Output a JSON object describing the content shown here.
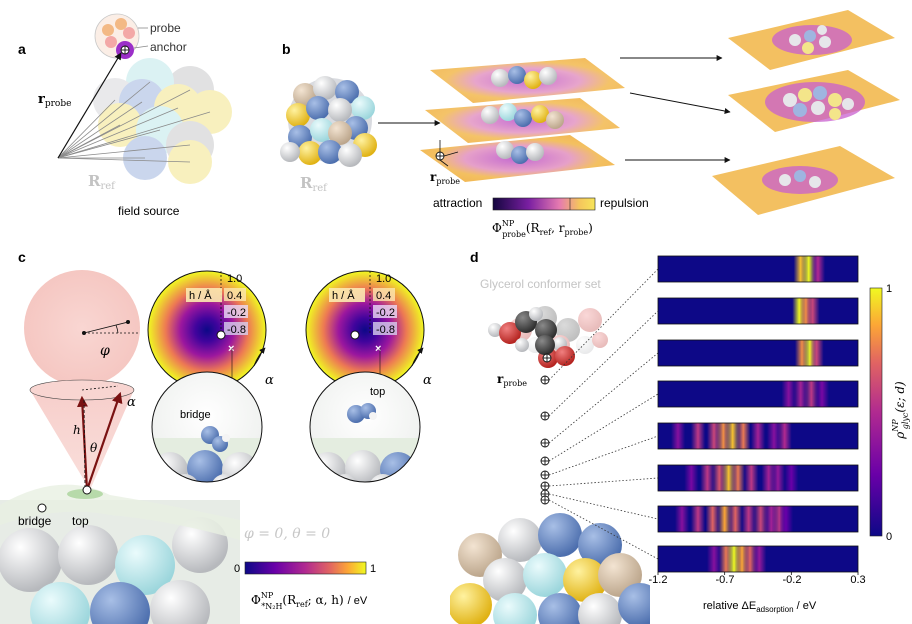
{
  "panels": {
    "a": {
      "label": "a",
      "probe": "probe",
      "anchor": "anchor",
      "r_probe": "r",
      "r_probe_sub": "probe",
      "R_ref": "R",
      "R_ref_sub": "ref",
      "caption": "field source"
    },
    "b": {
      "label": "b",
      "R_ref": "R",
      "R_ref_sub": "ref",
      "r_probe": "r",
      "r_probe_sub": "probe",
      "attraction": "attraction",
      "repulsion": "repulsion",
      "phi_label": "Φ",
      "phi_sup": "NP",
      "phi_sub": "probe",
      "phi_args": "(R",
      "phi_args_sub": "ref",
      "phi_args2": ", r",
      "phi_args2_sub": "probe",
      "phi_close": ")",
      "colors": {
        "low": "#1a0a6e",
        "mid": "#c03a8f",
        "high": "#f9e04a",
        "sheet": "#f3c061"
      }
    },
    "c": {
      "label": "c",
      "varphi": "φ",
      "h": "h",
      "theta": "θ",
      "alpha": "α",
      "bridge_left": "bridge",
      "top_left": "top",
      "polar_axis_label": "h / Å",
      "polar_ticks": [
        "1.0",
        "0.4",
        "-0.2",
        "-0.8"
      ],
      "inset_bridge": "bridge",
      "inset_top": "top",
      "angles_note": "φ = 0,  θ = 0",
      "cbar_min": "0",
      "cbar_max": "1",
      "cbar_label": "Φ",
      "cbar_sup": "NP",
      "cbar_sub": "*N₂H",
      "cbar_args": "(R",
      "cbar_args_sub": "ref",
      "cbar_args2": "; α, h)",
      "cbar_unit": "/ eV"
    },
    "d": {
      "label": "d",
      "conformer_set": "Glycerol conformer set",
      "r_probe": "r",
      "r_probe_sub": "probe",
      "cbar_max": "1",
      "cbar_min": "0",
      "cbar_label": "ρ",
      "cbar_sup": "NP",
      "cbar_sub": "glyc",
      "cbar_args": "(ε; d)",
      "xlabel": "relative ΔE",
      "xlabel_sub": "adsorption",
      "xlabel_unit": " / eV",
      "xticks": [
        "-1.2",
        "-0.7",
        "-0.2",
        "0.3"
      ]
    }
  },
  "chart_data": {
    "type": "heatmap",
    "x_range": [
      -1.2,
      0.3
    ],
    "xticks": [
      -1.2,
      -0.7,
      -0.2,
      0.3
    ],
    "rows": [
      {
        "peaks": [
          [
            -0.13,
            0.9
          ],
          [
            -0.07,
            1.0
          ],
          [
            0.0,
            0.5
          ]
        ]
      },
      {
        "peaks": [
          [
            -0.14,
            1.0
          ],
          [
            -0.09,
            0.8
          ],
          [
            -0.04,
            0.6
          ]
        ]
      },
      {
        "peaks": [
          [
            -0.12,
            0.8
          ],
          [
            -0.06,
            1.0
          ],
          [
            -0.01,
            0.6
          ]
        ]
      },
      {
        "peaks": [
          [
            -0.22,
            0.35
          ],
          [
            -0.13,
            0.45
          ],
          [
            -0.05,
            0.55
          ],
          [
            0.03,
            0.3
          ]
        ]
      },
      {
        "peaks": [
          [
            -1.05,
            0.35
          ],
          [
            -0.9,
            0.55
          ],
          [
            -0.78,
            0.6
          ],
          [
            -0.71,
            0.8
          ],
          [
            -0.64,
            0.9
          ],
          [
            -0.56,
            0.75
          ],
          [
            -0.45,
            0.45
          ],
          [
            -0.33,
            0.35
          ],
          [
            -0.25,
            0.5
          ]
        ]
      },
      {
        "peaks": [
          [
            -0.95,
            0.3
          ],
          [
            -0.83,
            0.55
          ],
          [
            -0.74,
            0.65
          ],
          [
            -0.67,
            0.9
          ],
          [
            -0.6,
            0.75
          ],
          [
            -0.5,
            0.55
          ],
          [
            -0.37,
            0.45
          ],
          [
            -0.3,
            0.4
          ],
          [
            -0.2,
            0.25
          ]
        ]
      },
      {
        "peaks": [
          [
            -1.02,
            0.35
          ],
          [
            -0.9,
            0.55
          ],
          [
            -0.79,
            0.7
          ],
          [
            -0.7,
            0.85
          ],
          [
            -0.62,
            0.7
          ],
          [
            -0.52,
            0.55
          ],
          [
            -0.43,
            0.6
          ],
          [
            -0.35,
            0.45
          ],
          [
            -0.29,
            0.55
          ],
          [
            -0.24,
            0.25
          ]
        ]
      },
      {
        "peaks": [
          [
            -0.78,
            0.35
          ],
          [
            -0.69,
            0.75
          ],
          [
            -0.63,
            1.0
          ],
          [
            -0.57,
            0.85
          ],
          [
            -0.51,
            0.7
          ],
          [
            -0.44,
            0.4
          ]
        ]
      }
    ]
  }
}
